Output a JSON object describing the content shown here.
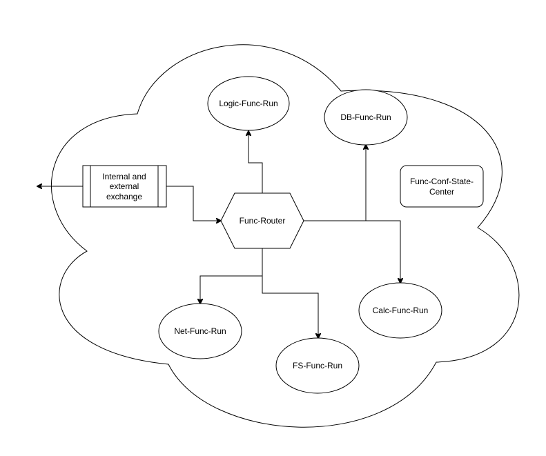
{
  "diagram": {
    "nodes": {
      "logic_func_run": "Logic-Func-Run",
      "db_func_run": "DB-Func-Run",
      "func_router": "Func-Router",
      "func_conf_state_center": [
        "Func-Conf-State-",
        "Center"
      ],
      "internal_external_exchange": [
        "Internal and",
        "external",
        "exchange"
      ],
      "net_func_run": "Net-Func-Run",
      "fs_func_run": "FS-Func-Run",
      "calc_func_run": "Calc-Func-Run"
    },
    "edges": [
      {
        "from": "Internal and external exchange",
        "to": "Func-Router"
      },
      {
        "from": "Internal and external exchange",
        "to": "cloud boundary"
      },
      {
        "from": "Func-Router",
        "to": "Logic-Func-Run"
      },
      {
        "from": "Func-Router",
        "to": "DB-Func-Run"
      },
      {
        "from": "Func-Router",
        "to": "Calc-Func-Run"
      },
      {
        "from": "Func-Router",
        "to": "Net-Func-Run"
      },
      {
        "from": "Func-Router",
        "to": "FS-Func-Run"
      }
    ]
  }
}
